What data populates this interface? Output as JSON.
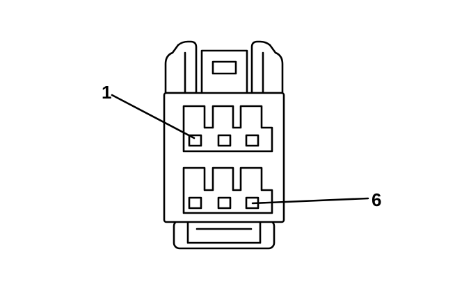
{
  "diagram": {
    "callouts": [
      {
        "id": "pin-1",
        "label": "1"
      },
      {
        "id": "pin-6",
        "label": "6"
      }
    ],
    "stroke_color": "#000000",
    "background_color": "#ffffff"
  }
}
